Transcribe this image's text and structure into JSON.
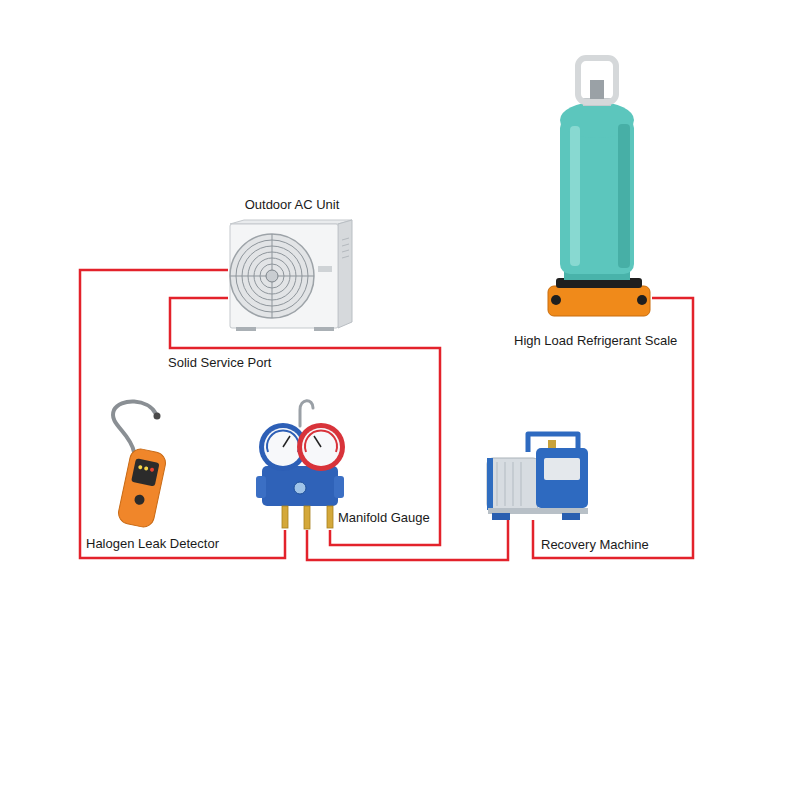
{
  "diagram": {
    "nodes": [
      {
        "text": [
          "Outdoor AC Unit"
        ]
      },
      {
        "text": [
          "High Load Refrigerant Scale"
        ]
      },
      {
        "text": [
          "Halogen Leak Detector"
        ]
      },
      {
        "text": [
          "Manifold Gauge"
        ]
      },
      {
        "text": [
          "Recovery Machine"
        ]
      }
    ],
    "edges": [
      {
        "from": 0,
        "to": 3,
        "arrow": "none"
      },
      {
        "from": 0,
        "to": 3,
        "arrow": "none"
      },
      {
        "from": 3,
        "to": 4,
        "arrow": "none"
      },
      {
        "from": 4,
        "to": 1,
        "arrow": "none"
      }
    ],
    "labels": [
      "Solid Service Port"
    ]
  }
}
